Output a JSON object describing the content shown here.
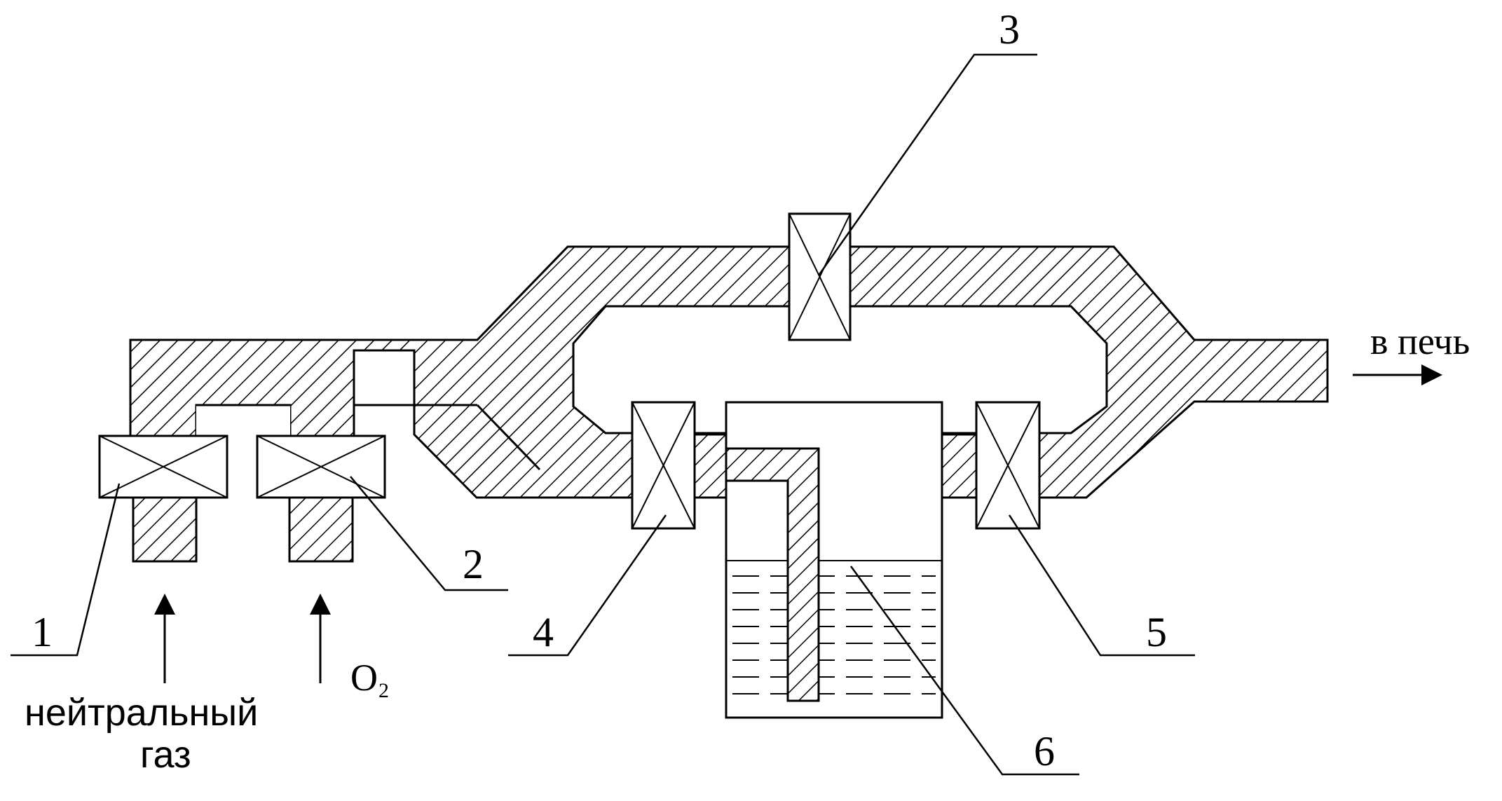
{
  "labels": {
    "n1": "1",
    "n2": "2",
    "n3": "3",
    "n4": "4",
    "n5": "5",
    "n6": "6",
    "outlet": "в печь",
    "neutral_gas_line1": "нейтральный",
    "neutral_gas_line2": "газ",
    "oxygen": "O",
    "oxygen_sub": "2"
  }
}
